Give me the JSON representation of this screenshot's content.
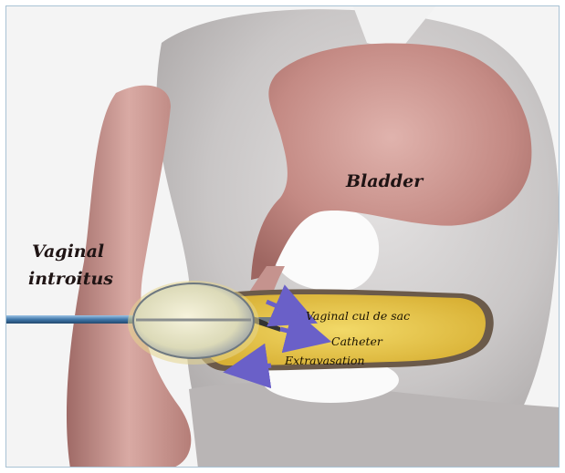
{
  "labels": {
    "bladder": "Bladder",
    "vaginal_introitus_line1": "Vaginal",
    "vaginal_introitus_line2": "introitus",
    "vaginal_cul_de_sac": "Vaginal cul de sac",
    "catheter": "Catheter",
    "extravasation": "Extravasation"
  },
  "colors": {
    "tissue_pink": "#c98f8a",
    "tissue_gray": "#c8c6c6",
    "vagina_yellow": "#e8c64a",
    "arrow_purple": "#6a60c8",
    "catheter_blue": "#4f86b8",
    "frame_border": "#a8c2d4"
  }
}
